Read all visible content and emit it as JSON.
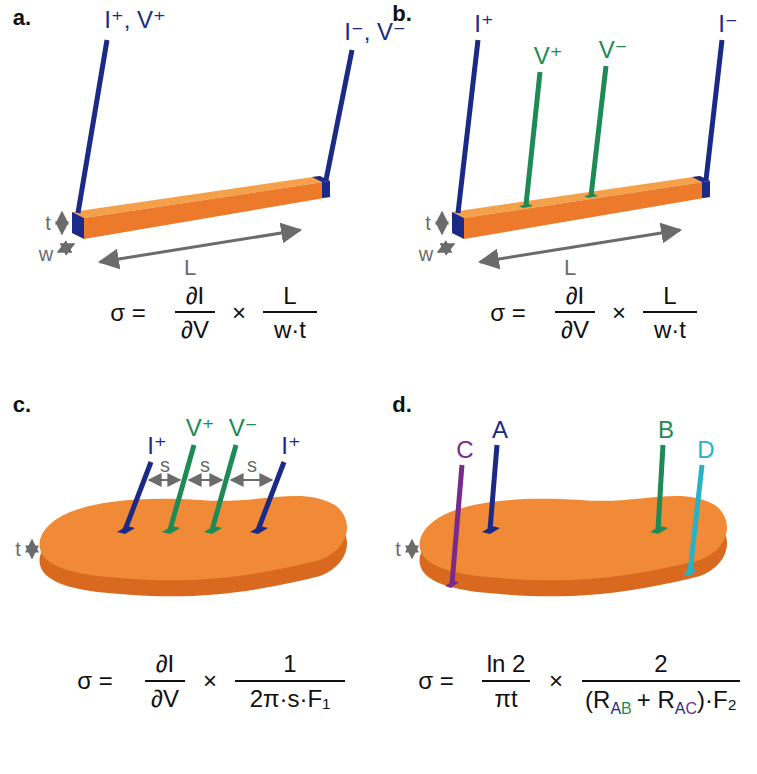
{
  "diagram": {
    "labels": [
      "a.",
      "I⁺, V⁺",
      "I⁻, V⁻",
      "t",
      "w",
      "L",
      "σ =",
      "∂I",
      "∂V",
      "×",
      "L",
      "w·t",
      "b.",
      "I⁺",
      "V⁺",
      "V⁻",
      "I⁻",
      "t",
      "w",
      "L",
      "σ =",
      "∂I",
      "∂V",
      "×",
      "L",
      "w·t",
      "c.",
      "I⁺",
      "V⁺",
      "V⁻",
      "I⁺",
      "s",
      "s",
      "s",
      "t",
      "σ =",
      "∂I",
      "∂V",
      "×",
      "1",
      "2π·s·F₁",
      "d.",
      "C",
      "A",
      "B",
      "D",
      "t",
      "σ =",
      "ln 2",
      "πt",
      "×",
      "2",
      "(R",
      "A",
      "B",
      "+ R",
      "A",
      "C",
      ")·F₂"
    ]
  }
}
